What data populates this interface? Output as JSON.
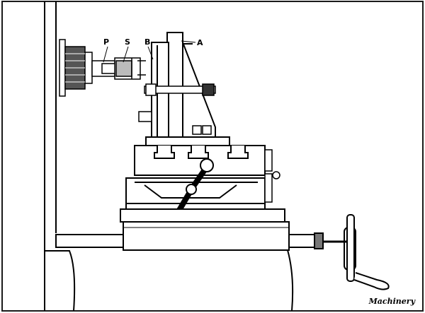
{
  "figure": {
    "labels": {
      "p": "P",
      "s": "S",
      "b": "B",
      "a": "A"
    },
    "credit": "Machinery"
  },
  "colors": {
    "ink": "#000000",
    "paper": "#ffffff",
    "frame": "#1a1a1a"
  }
}
